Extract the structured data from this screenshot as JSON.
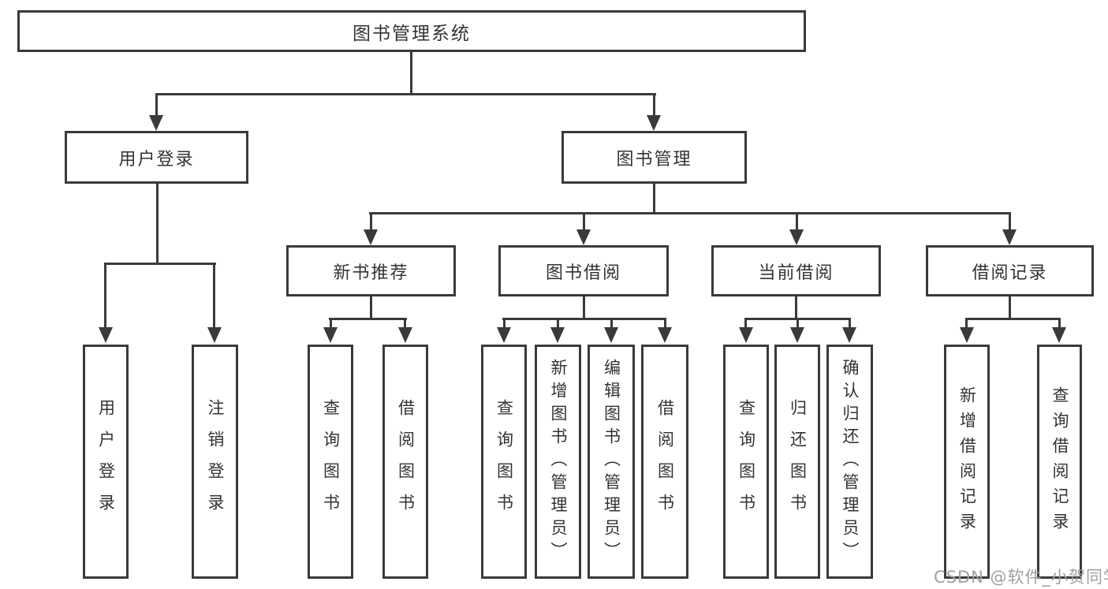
{
  "tree": {
    "root": "图书管理系统",
    "branches": [
      {
        "label": "用户登录",
        "children": [
          "用户登录",
          "注销登录"
        ]
      },
      {
        "label": "图书管理",
        "groups": [
          {
            "label": "新书推荐",
            "children": [
              "查询图书",
              "借阅图书"
            ]
          },
          {
            "label": "图书借阅",
            "children": [
              "查询图书",
              "新增图书（管理员）",
              "编辑图书（管理员）",
              "借阅图书"
            ]
          },
          {
            "label": "当前借阅",
            "children": [
              "查询图书",
              "归还图书",
              "确认归还（管理员）"
            ]
          },
          {
            "label": "借阅记录",
            "children": [
              "新增借阅记录",
              "查询借阅记录"
            ]
          }
        ]
      }
    ]
  },
  "watermark": "CSDN @软件_小贺同学",
  "colors": {
    "line": "#3a3a3a",
    "text": "#333333",
    "watermark": "#a0a0a0",
    "background": "#ffffff"
  }
}
